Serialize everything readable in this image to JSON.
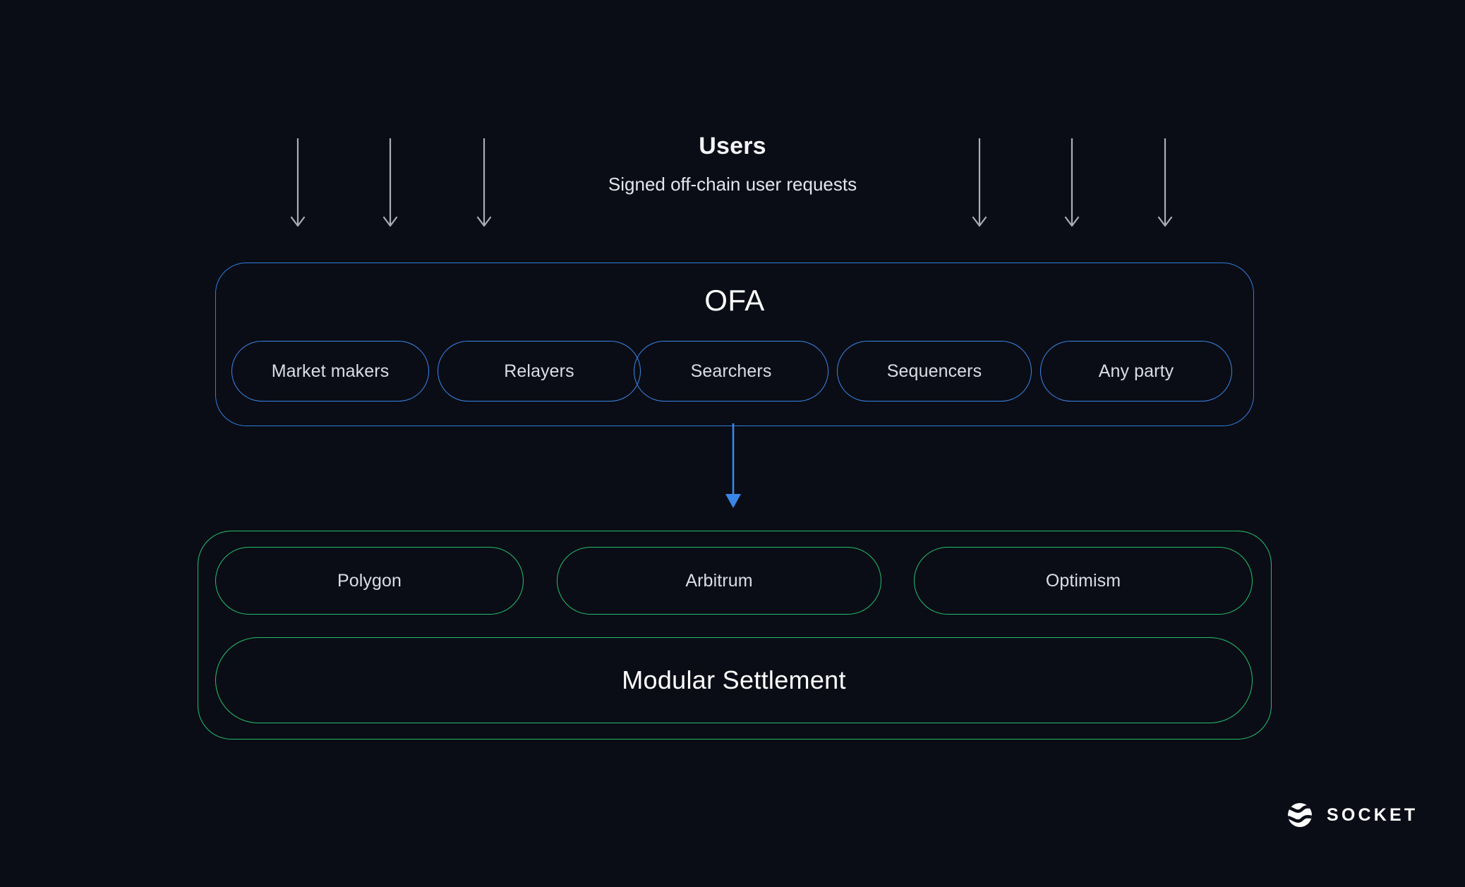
{
  "background_color": "#0a0d16",
  "colors": {
    "blue": "#3b87e8",
    "green": "#23c06a",
    "arrow_gray": "#a9adb4",
    "text_primary": "#ffffff",
    "text_secondary": "#d9dde4"
  },
  "users": {
    "title": "Users",
    "subtitle": "Signed off-chain user requests",
    "arrow_icon": "arrow-down-icon",
    "arrow_count": 6
  },
  "ofa": {
    "title": "OFA",
    "participants": [
      {
        "label": "Market makers"
      },
      {
        "label": "Relayers"
      },
      {
        "label": "Searchers"
      },
      {
        "label": "Sequencers"
      },
      {
        "label": "Any party"
      }
    ]
  },
  "connector": {
    "icon": "arrow-down-icon",
    "color": "#3b87e8"
  },
  "settlement": {
    "chains": [
      {
        "label": "Polygon"
      },
      {
        "label": "Arbitrum"
      },
      {
        "label": "Optimism"
      }
    ],
    "modular_label": "Modular Settlement"
  },
  "brand": {
    "wordmark": "SOCKET",
    "logo_icon": "socket-globe-icon"
  }
}
